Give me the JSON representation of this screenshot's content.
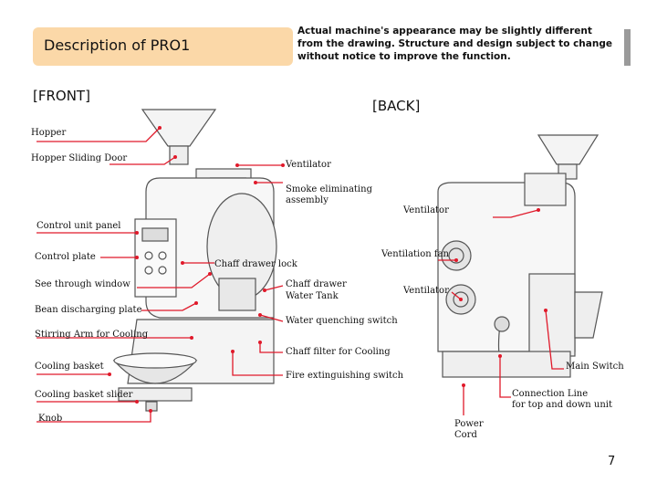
{
  "title": "Description of PRO1",
  "notice": "Actual machine's appearance may be slightly different from the drawing. Structure and design subject to change without notice to improve the function.",
  "front_label": "[FRONT]",
  "back_label": "[BACK]",
  "labels": {
    "hopper": "Hopper",
    "hopper_sliding_door": "Hopper Sliding Door",
    "ventilator_top": "Ventilator",
    "smoke_line1": "Smoke eliminating",
    "smoke_line2": "assembly",
    "ventilator_back": "Ventilator",
    "control_unit_panel": "Control unit panel",
    "control_plate": "Control plate",
    "ventilation_fan": "Ventilation fan",
    "chaff_drawer_lock": "Chaff drawer lock",
    "see_through_window": "See through window",
    "chaff_drawer_line1": "Chaff drawer",
    "chaff_drawer_line2": "Water Tank",
    "ventilator_lower": "Ventilator",
    "bean_discharging_plate": "Bean discharging plate",
    "water_quenching_switch": "Water quenching switch",
    "stirring_arm": "Stirring Arm for Cooling",
    "chaff_filter": "Chaff filter for Cooling",
    "cooling_basket": "Cooling basket",
    "main_switch": "Main Switch",
    "fire_switch": "Fire extinguishing switch",
    "cooling_basket_slider": "Cooling basket slider",
    "connection_line1": "Connection Line",
    "connection_line2": "for top and down unit",
    "knob": "Knob",
    "power_cord_line1": "Power",
    "power_cord_line2": "Cord"
  },
  "page_number": "7",
  "colors": {
    "title_bg": "#fbd8a8",
    "leader": "#e0192a",
    "machine_stroke": "#555555"
  }
}
